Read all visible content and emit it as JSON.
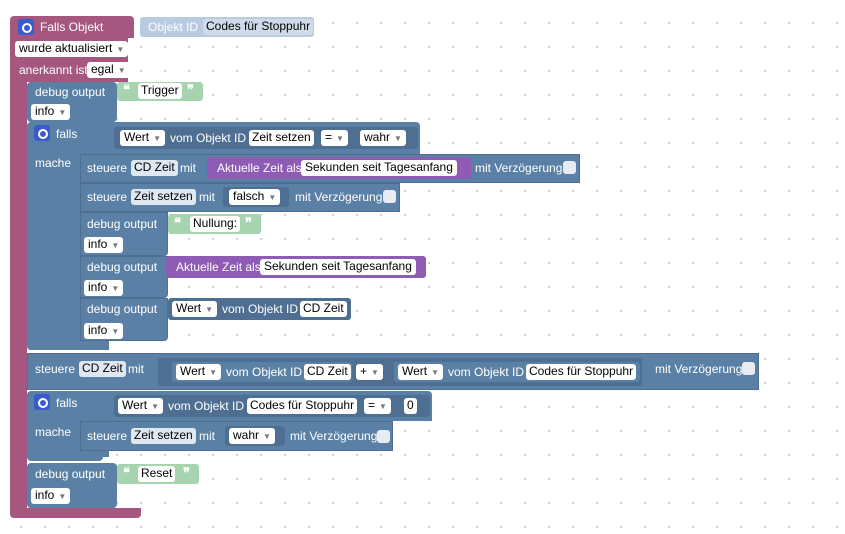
{
  "event": {
    "title": "Falls Objekt",
    "objekt_id_label": "Objekt ID",
    "objekt_id_value": "Codes für Stoppuhr",
    "trigger_mode": "wurde aktualisiert",
    "ack_label": "anerkannt ist",
    "ack_value": "egal"
  },
  "debug1": {
    "label": "debug output",
    "text": "Trigger",
    "level": "info"
  },
  "if1": {
    "if_label": "falls",
    "then_label": "mache",
    "cond": {
      "prop": "Wert",
      "from": "vom Objekt ID",
      "obj": "Zeit setzen",
      "op": "=",
      "val": "wahr"
    },
    "set1": {
      "label": "steuere",
      "obj": "CD Zeit",
      "with": "mit",
      "time_label": "Aktuelle Zeit als",
      "time_fmt": "Sekunden seit Tagesanfang",
      "delay": "mit Verzögerung"
    },
    "set2": {
      "label": "steuere",
      "obj": "Zeit setzen",
      "with": "mit",
      "val": "falsch",
      "delay": "mit Verzögerung"
    },
    "dbg_a": {
      "label": "debug output",
      "text": "Nullung:",
      "level": "info"
    },
    "dbg_b": {
      "label": "debug output",
      "time_label": "Aktuelle Zeit als",
      "time_fmt": "Sekunden seit Tagesanfang",
      "level": "info"
    },
    "dbg_c": {
      "label": "debug output",
      "prop": "Wert",
      "from": "vom Objekt ID",
      "obj": "CD Zeit",
      "level": "info"
    }
  },
  "set_main": {
    "label": "steuere",
    "obj": "CD Zeit",
    "with": "mit",
    "left": {
      "prop": "Wert",
      "from": "vom Objekt ID",
      "obj": "CD Zeit"
    },
    "op": "+",
    "right": {
      "prop": "Wert",
      "from": "vom Objekt ID",
      "obj": "Codes für Stoppuhr"
    },
    "delay": "mit Verzögerung"
  },
  "if2": {
    "if_label": "falls",
    "then_label": "mache",
    "cond": {
      "prop": "Wert",
      "from": "vom Objekt ID",
      "obj": "Codes für Stoppuhr",
      "op": "=",
      "val": "0"
    },
    "set": {
      "label": "steuere",
      "obj": "Zeit setzen",
      "with": "mit",
      "val": "wahr",
      "delay": "mit Verzögerung"
    }
  },
  "debug2": {
    "label": "debug output",
    "text": "Reset",
    "level": "info"
  },
  "colors": {
    "event": "#a5577f",
    "statement": "#5b80a5",
    "text": "#a6d4ae",
    "time": "#8e5bb5"
  }
}
